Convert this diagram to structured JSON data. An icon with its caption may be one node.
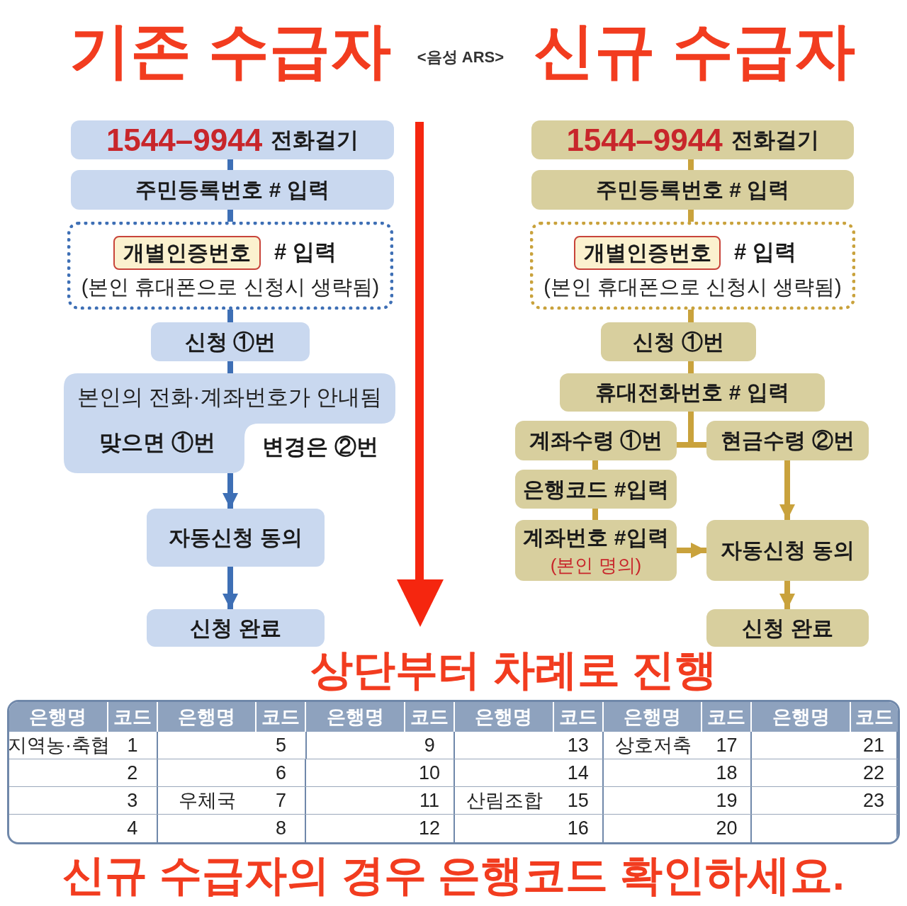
{
  "diagram": {
    "nodes": [
      {
        "text": [
          "1544–9944",
          "전화걸기"
        ]
      },
      {
        "text": [
          "주민등록번호 # 입력"
        ]
      },
      {
        "text": [
          "# 입력",
          "(본인 휴대폰으로 신청시 생략됨)"
        ]
      },
      {
        "text": [
          "개별인증번호"
        ],
        "in": 2
      },
      {
        "text": [
          "신청 ①번"
        ]
      },
      {
        "text": [
          "본인의 전화·계좌번호가 안내됨",
          "맞으면 ①번"
        ],
        "beside": [
          "변경은 ②번"
        ]
      },
      {
        "text": [
          "자동신청 동의"
        ]
      },
      {
        "text": [
          "신청 완료"
        ]
      },
      {
        "text": [
          "1544–9944",
          "전화걸기"
        ]
      },
      {
        "text": [
          "주민등록번호 # 입력"
        ]
      },
      {
        "text": [
          "# 입력",
          "(본인 휴대폰으로 신청시 생략됨)"
        ]
      },
      {
        "text": [
          "개별인증번호"
        ],
        "in": 10
      },
      {
        "text": [
          "신청 ①번"
        ]
      },
      {
        "text": [
          "휴대전화번호 # 입력"
        ]
      },
      {
        "text": [
          "계좌수령 ①번"
        ]
      },
      {
        "text": [
          "현금수령 ②번"
        ]
      },
      {
        "text": [
          "은행코드 #입력"
        ]
      },
      {
        "text": [
          "계좌번호 #입력",
          "(본인 명의)"
        ]
      },
      {
        "text": [
          "자동신청 동의"
        ]
      },
      {
        "text": [
          "신청 완료"
        ]
      }
    ],
    "edges": [
      {
        "from": 0,
        "to": 1,
        "arrow": "none",
        "color": "#3e6fb5"
      },
      {
        "from": 1,
        "to": 2,
        "arrow": "none",
        "color": "#3e6fb5"
      },
      {
        "from": 2,
        "to": 4,
        "arrow": "none",
        "color": "#3e6fb5"
      },
      {
        "from": 4,
        "to": 5,
        "arrow": "none",
        "color": "#3e6fb5"
      },
      {
        "from": 5,
        "to": 6,
        "arrow": "to",
        "color": "#3e6fb5"
      },
      {
        "from": 6,
        "to": 7,
        "arrow": "to",
        "color": "#3e6fb5"
      },
      {
        "from": 8,
        "to": 9,
        "arrow": "none"
      },
      {
        "from": 9,
        "to": 10,
        "arrow": "none"
      },
      {
        "from": 10,
        "to": 12,
        "arrow": "none"
      },
      {
        "from": 12,
        "to": 13,
        "arrow": "none"
      },
      {
        "from": 13,
        "to": 14,
        "arrow": "none"
      },
      {
        "from": 13,
        "to": 15,
        "arrow": "none"
      },
      {
        "from": 14,
        "to": 16,
        "arrow": "none"
      },
      {
        "from": 16,
        "to": 17,
        "arrow": "none"
      },
      {
        "from": 17,
        "to": 18,
        "arrow": "to"
      },
      {
        "from": 15,
        "to": 18,
        "arrow": "to"
      },
      {
        "from": 18,
        "to": 19,
        "arrow": "to"
      }
    ],
    "labels": [
      "기존 수급자",
      "<음성 ARS>",
      "신규 수급자",
      "상단부터 차례로 진행",
      "은행명",
      "코드",
      "은행명",
      "코드",
      "은행명",
      "코드",
      "은행명",
      "코드",
      "은행명",
      "코드",
      "은행명",
      "코드",
      "지역농·축협",
      "1",
      "5",
      "9",
      "13",
      "상호저축",
      "17",
      "21",
      "2",
      "6",
      "10",
      "14",
      "18",
      "22",
      "3",
      "우체국",
      "7",
      "11",
      "산림조합",
      "15",
      "19",
      "23",
      "4",
      "8",
      "12",
      "16",
      "20",
      "신규 수급자의 경우 은행코드 확인하세요."
    ]
  }
}
